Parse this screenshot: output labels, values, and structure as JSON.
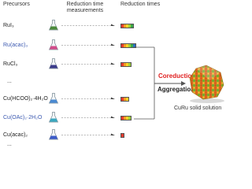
{
  "headers": {
    "precursors": "Precursors",
    "measurements": "Reduction time measurements",
    "times": "Reduction times"
  },
  "precursors": [
    {
      "label": "RuI₃",
      "flask": "#4a8a3a",
      "color": "#222222",
      "segments": [
        "#e63b2e",
        "#f29b22",
        "#ffd42a",
        "#9bd23a",
        "#3aa84a"
      ]
    },
    {
      "label": "Ru(acac)₃",
      "flask": "#d24a8a",
      "color": "#3a58b0",
      "segments": [
        "#e63b2e",
        "#f29b22",
        "#ffd42a",
        "#9bd23a",
        "#3aa84a",
        "#2c6fc4"
      ]
    },
    {
      "label": "RuCl₃",
      "flask": "#3a3a8a",
      "color": "#222222",
      "segments": [
        "#e63b2e",
        "#f29b22",
        "#ffd42a",
        "#9bd23a"
      ]
    },
    {
      "label": "...",
      "flask": "",
      "color": "#222222",
      "segments": []
    },
    {
      "label": "Cu(HCOO)₂·4H₂O",
      "flask": "#4a8ad2",
      "color": "#222222",
      "segments": [
        "#e63b2e",
        "#f29b22",
        "#ffd42a"
      ]
    },
    {
      "label": "Cu(OAc)₂·2H₂O",
      "flask": "#3aa8c0",
      "color": "#3a58b0",
      "segments": [
        "#e63b2e",
        "#f29b22",
        "#ffd42a",
        "#9bd23a"
      ]
    },
    {
      "label": "Cu(acac)₂",
      "flask": "#3a5ac8",
      "color": "#222222",
      "segments": [
        "#e63b2e"
      ]
    },
    {
      "label": "...",
      "flask": "",
      "color": "#222222",
      "segments": []
    }
  ],
  "labels": {
    "coreduction": "Coreduction",
    "aggregation": "Aggregation",
    "solid_solution": "CuRu solid solution"
  }
}
